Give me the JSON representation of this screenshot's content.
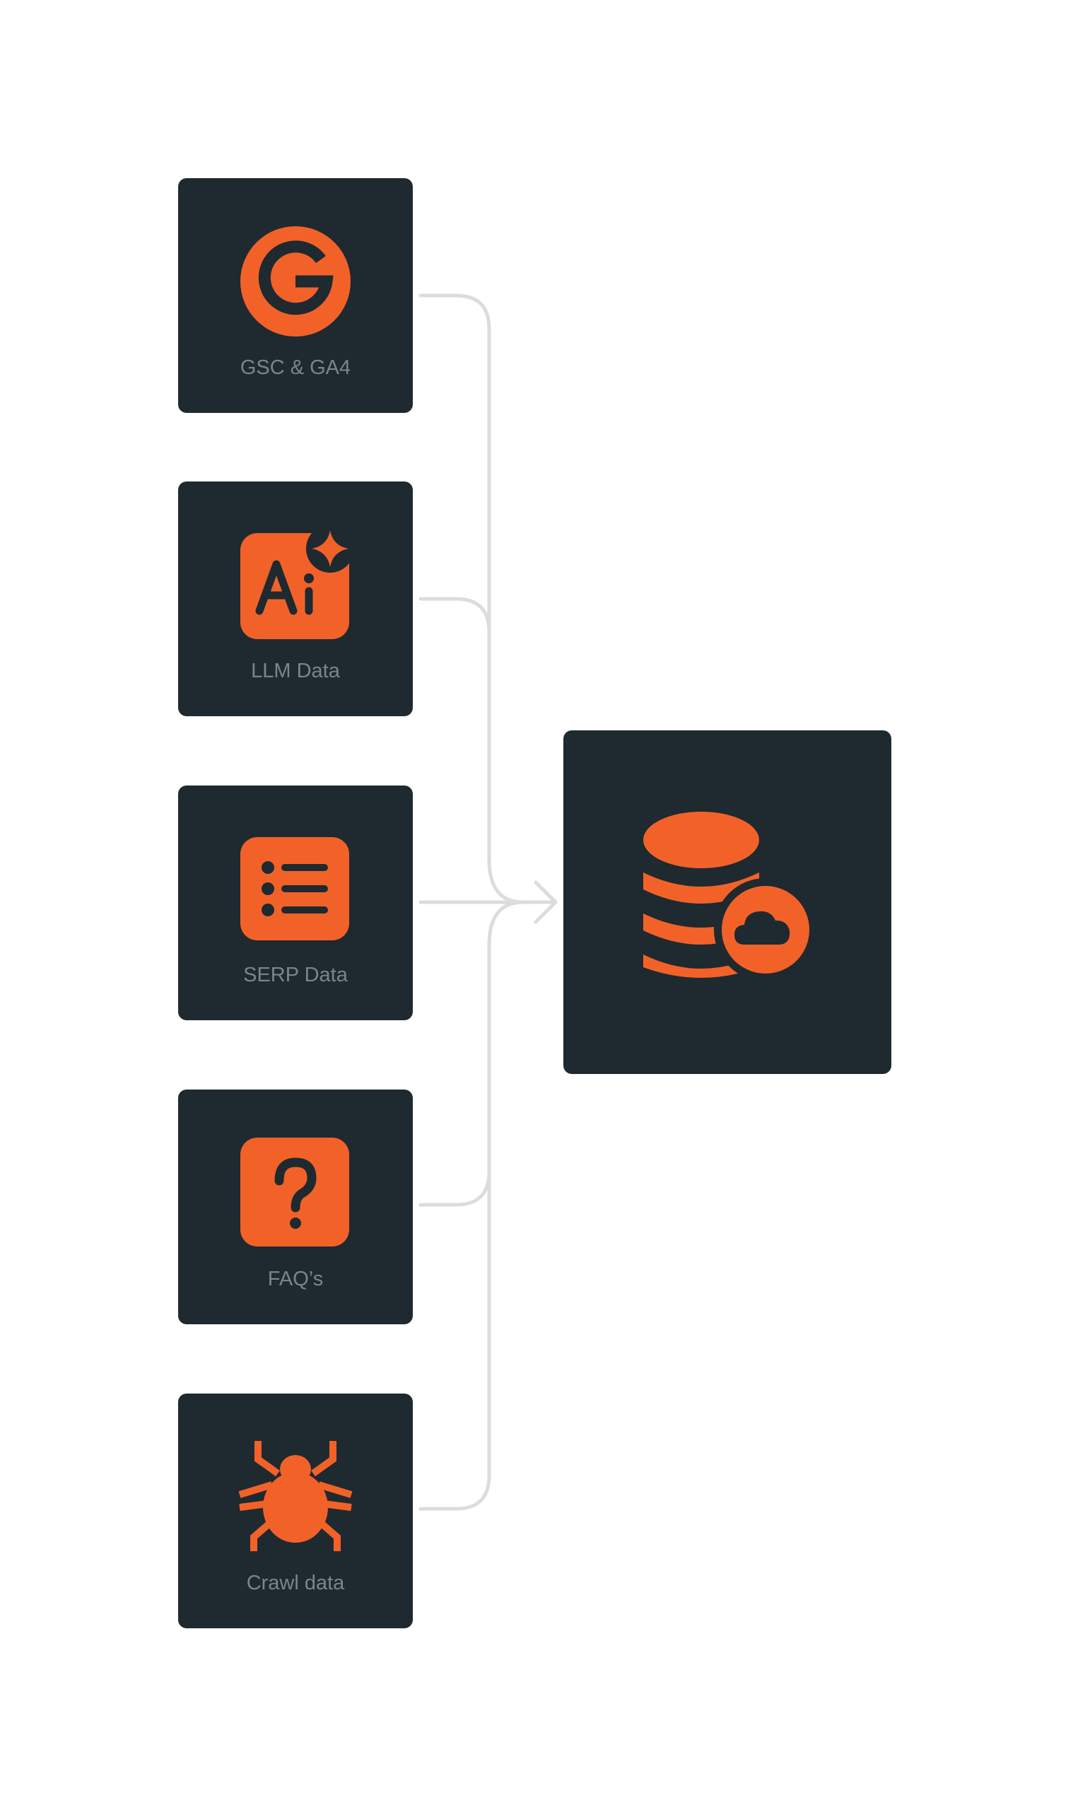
{
  "colors": {
    "card_bg": "#1f2930",
    "accent": "#f26228",
    "label": "#7b848c",
    "connector": "#dcdcdc"
  },
  "sources": [
    {
      "label": "GSC & GA4",
      "icon": "google-icon"
    },
    {
      "label": "LLM Data",
      "icon": "ai-sparkle-icon"
    },
    {
      "label": "SERP Data",
      "icon": "list-icon"
    },
    {
      "label": "FAQ’s",
      "icon": "question-icon"
    },
    {
      "label": "Crawl data",
      "icon": "spider-icon"
    }
  ],
  "target": {
    "icon": "database-cloud-icon"
  }
}
